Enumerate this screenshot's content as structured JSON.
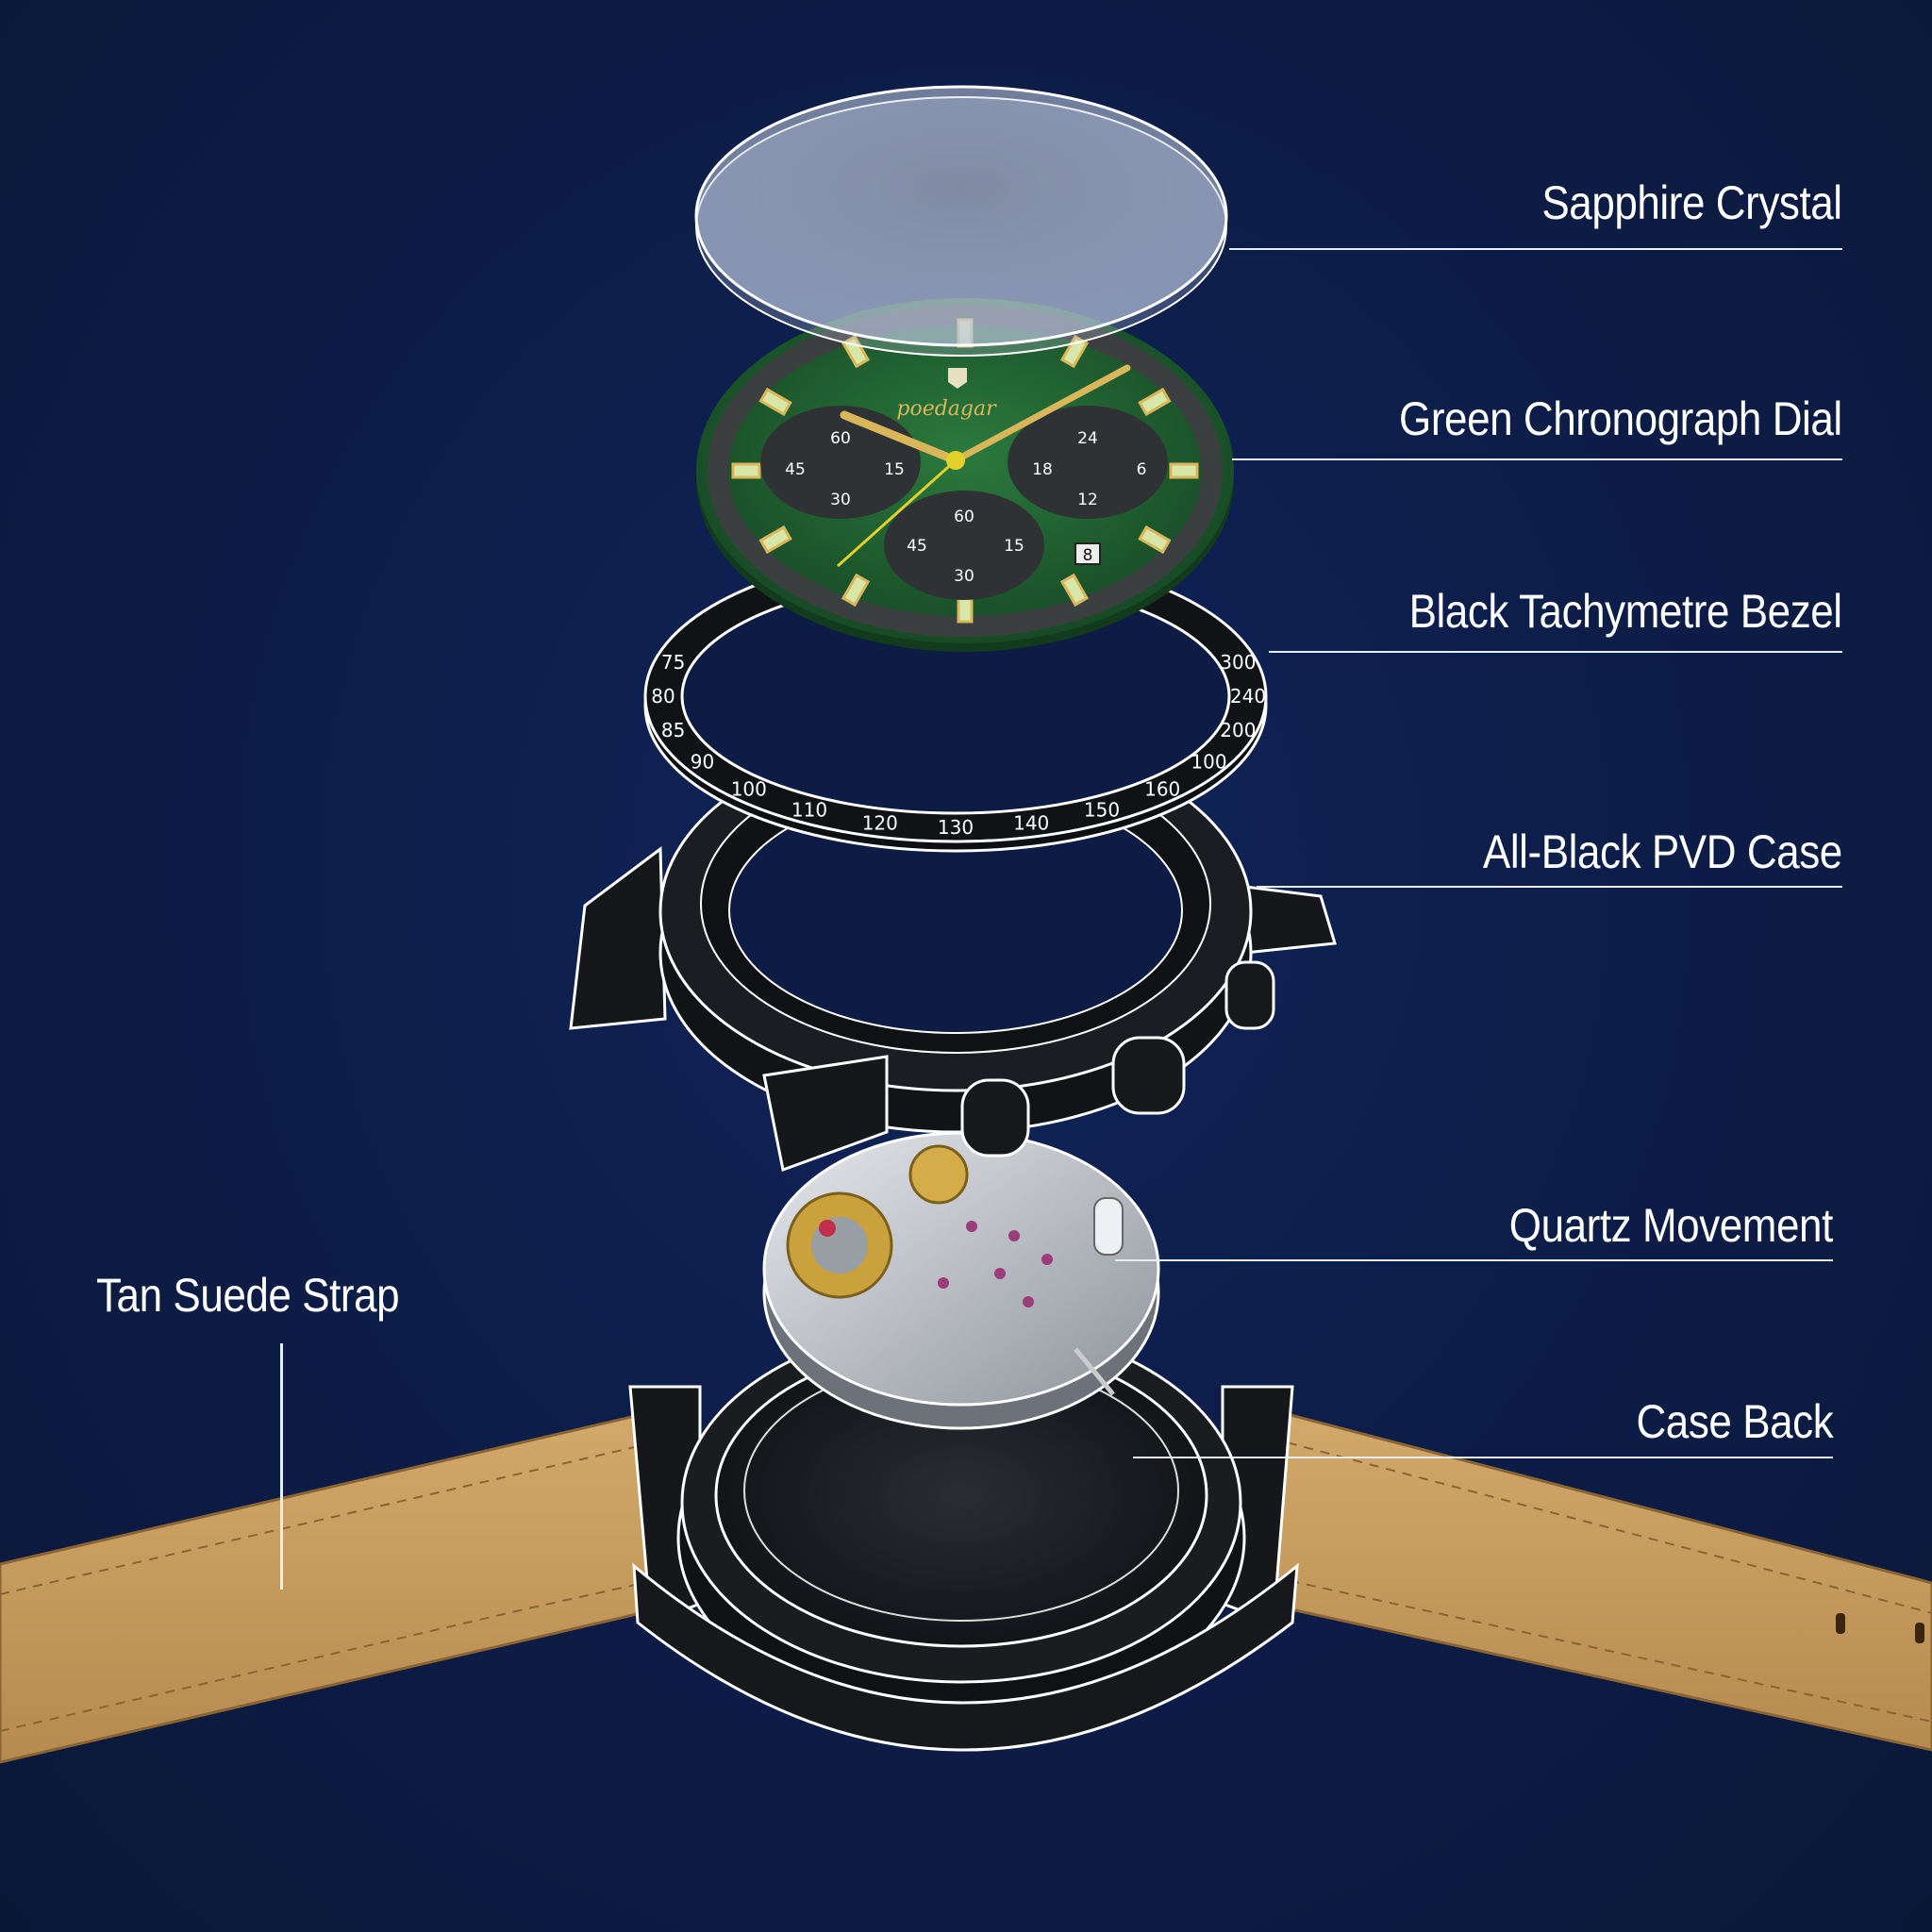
{
  "labels": {
    "sapphire_crystal": "Sapphire Crystal",
    "dial": "Green Chronograph Dial",
    "bezel": "Black Tachymetre Bezel",
    "case": "All-Black PVD Case",
    "movement": "Quartz Movement",
    "case_back": "Case Back",
    "strap": "Tan Suede Strap"
  },
  "dial": {
    "brand": "poedagar",
    "left_subdial": [
      "60",
      "15",
      "30",
      "45"
    ],
    "right_subdial": [
      "24",
      "6",
      "12",
      "18"
    ],
    "bottom_subdial": [
      "60",
      "15",
      "30",
      "45"
    ],
    "date": "8"
  },
  "bezel_numbers": [
    "75",
    "80",
    "85",
    "90",
    "100",
    "110",
    "120",
    "130",
    "140",
    "150",
    "160",
    "100",
    "200",
    "240",
    "300"
  ],
  "colors": {
    "background": "#0c1d48",
    "dial_green": "#1f5d30",
    "strap_tan": "#c49a5c",
    "gold": "#d9b65a"
  }
}
